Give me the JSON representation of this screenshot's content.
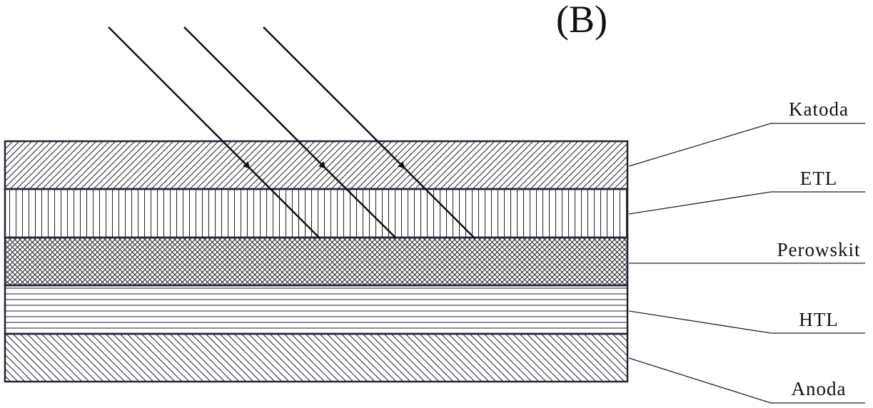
{
  "panel_label": "(B)",
  "layers": [
    {
      "id": "katoda",
      "label": "Katoda",
      "pattern": "diagonal-forward-hatch"
    },
    {
      "id": "etl",
      "label": "ETL",
      "pattern": "vertical-lines"
    },
    {
      "id": "perowskit",
      "label": "Perowskit",
      "pattern": "cross-hatch"
    },
    {
      "id": "htl",
      "label": "HTL",
      "pattern": "horizontal-lines"
    },
    {
      "id": "anoda",
      "label": "Anoda",
      "pattern": "diagonal-backward-hatch"
    }
  ],
  "incident_light": {
    "arrow_count": 3,
    "icon": "arrow-icon"
  },
  "colors": {
    "outline": "#1e2340",
    "ink": "#111111",
    "background": "#ffffff"
  }
}
